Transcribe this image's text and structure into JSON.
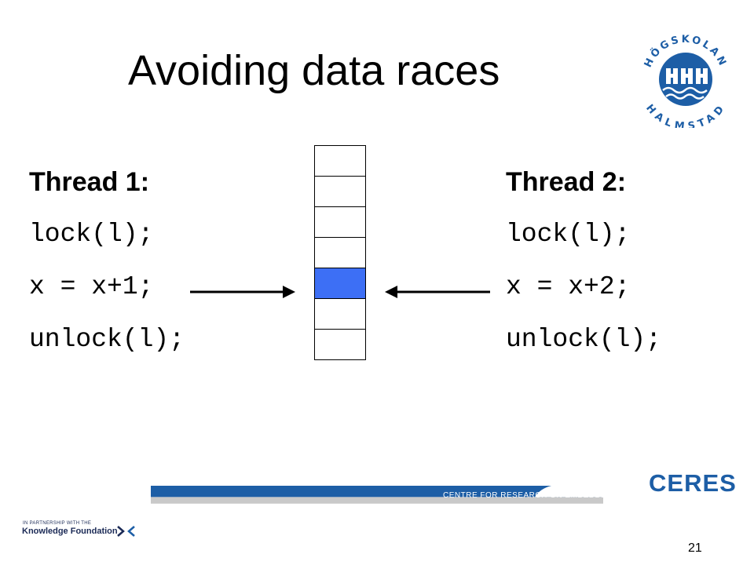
{
  "slide": {
    "title": "Avoiding data races",
    "page_number": "21"
  },
  "thread1": {
    "heading": "Thread 1:",
    "lines": [
      "lock(l);",
      "x = x+1;",
      "unlock(l);"
    ]
  },
  "thread2": {
    "heading": "Thread 2:",
    "lines": [
      "lock(l);",
      "x = x+2;",
      "unlock(l);"
    ]
  },
  "memory": {
    "cell_count": 7,
    "highlighted_index": 4,
    "highlight_color": "#3d6ff5"
  },
  "logo": {
    "name": "hogskolan-halmstad-logo",
    "top_text": "HÖGSKOLAN",
    "bottom_text": "HALMSTAD",
    "center_text": "HHH",
    "color": "#1d5ea6"
  },
  "footer": {
    "ceres_text": "CERES",
    "ceres_label": "CENTRE FOR RESEARCH ON EMBEDDED SYSTEMS",
    "partner_small": "IN PARTNERSHIP WITH THE",
    "partner_main": "Knowledge Foundation",
    "band_color": "#1d5ea6"
  }
}
